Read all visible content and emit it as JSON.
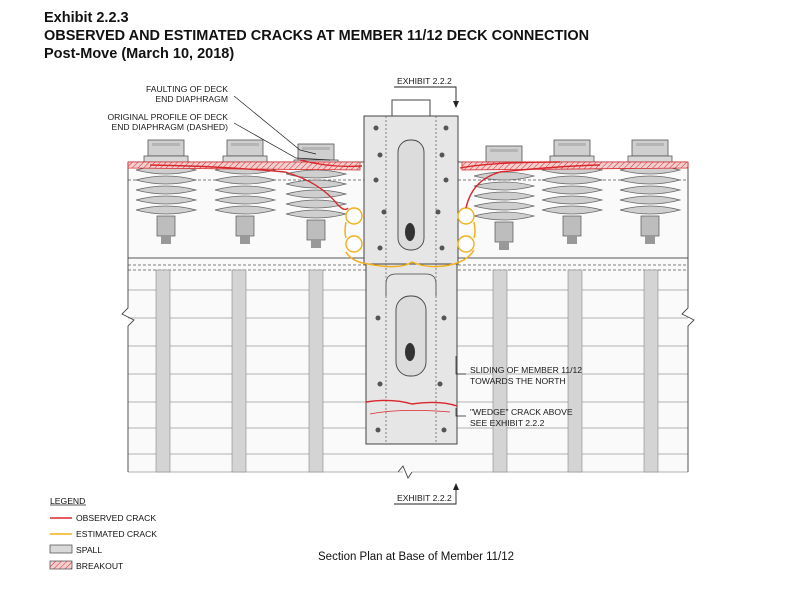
{
  "header": {
    "exhibit": "Exhibit 2.2.3",
    "title": "OBSERVED AND ESTIMATED CRACKS AT MEMBER 11/12 DECK CONNECTION",
    "subtitle": "Post-Move (March 10, 2018)"
  },
  "callouts": {
    "exhibit_ref_top": "EXHIBIT 2.2.2",
    "exhibit_ref_bottom": "EXHIBIT 2.2.2",
    "faulting_1": "FAULTING OF DECK",
    "faulting_2": "END DIAPHRAGM",
    "original_1": "ORIGINAL PROFILE OF DECK",
    "original_2": "END DIAPHRAGM (DASHED)",
    "sliding_1": "SLIDING OF MEMBER 11/12",
    "sliding_2": "TOWARDS THE NORTH",
    "wedge_1": "\"WEDGE\" CRACK ABOVE",
    "wedge_2": "SEE EXHIBIT 2.2.2"
  },
  "legend": {
    "title": "LEGEND",
    "items": [
      {
        "label": "OBSERVED CRACK",
        "color": "#d9262b"
      },
      {
        "label": "ESTIMATED CRACK",
        "color": "#f2b01e"
      },
      {
        "label": "SPALL",
        "color": "#d9d9d9"
      },
      {
        "label": "BREAKOUT",
        "color": "#e07a7a"
      }
    ]
  },
  "caption": "Section Plan at Base of Member 11/12",
  "colors": {
    "observed": "#d9262b",
    "estimated": "#f2b01e",
    "member_fill": "#e6e6e6",
    "bar_fill": "#d4d4d4"
  }
}
